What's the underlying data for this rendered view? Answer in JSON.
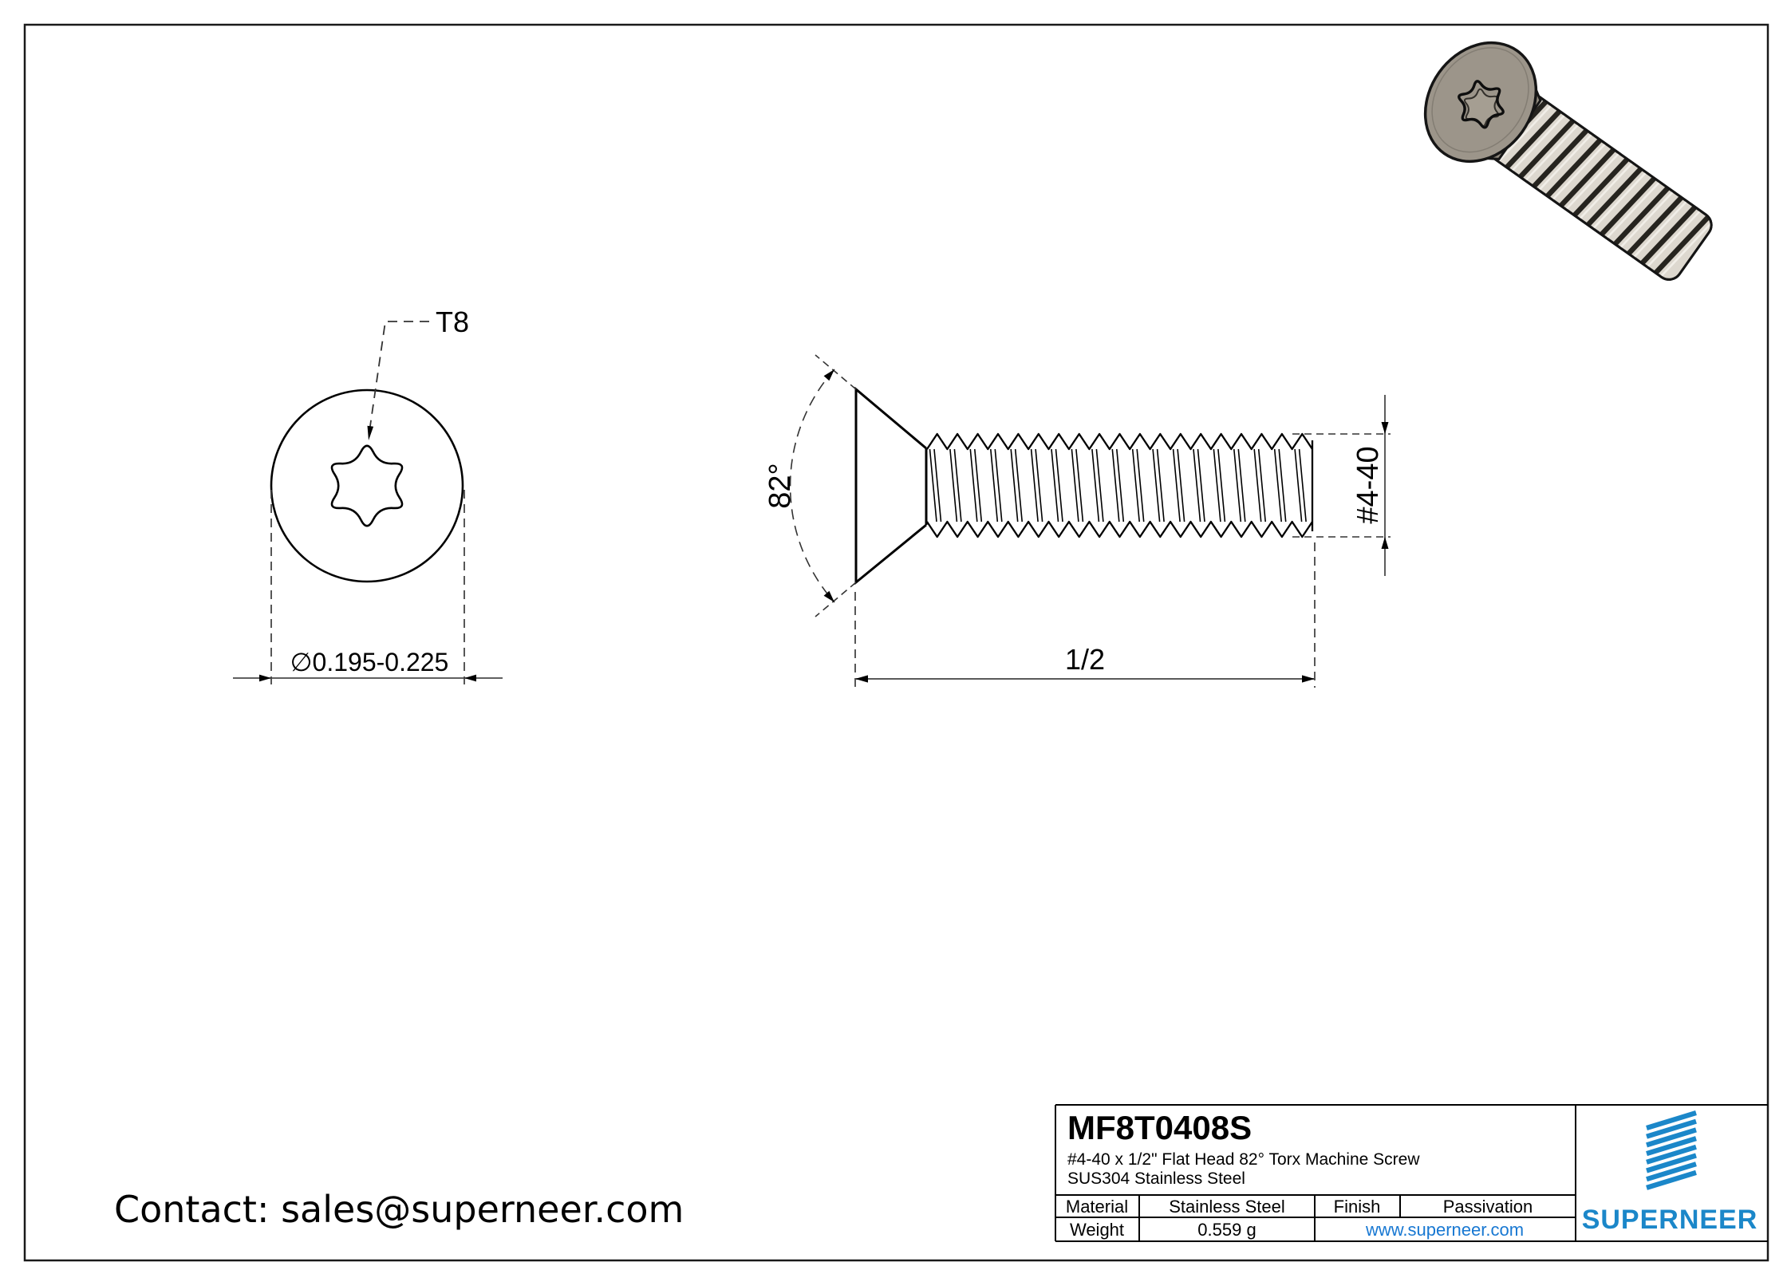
{
  "views": {
    "top_view": {
      "drive_label": "T8",
      "diameter_label": "∅0.195-0.225"
    },
    "side_view": {
      "angle_label": "82°",
      "thread_label": "#4-40",
      "length_label": "1/2"
    }
  },
  "contact": {
    "label": "Contact: sales@superneer.com"
  },
  "title_block": {
    "part_number": "MF8T0408S",
    "description_line1": "#4-40 x 1/2\" Flat Head 82° Torx Machine Screw",
    "description_line2": "SUS304 Stainless Steel",
    "material_label": "Material",
    "material_value": "Stainless Steel",
    "finish_label": "Finish",
    "finish_value": "Passivation",
    "weight_label": "Weight",
    "weight_value": "0.559 g",
    "website": "www.superneer.com",
    "brand": "SUPERNEER"
  },
  "colors": {
    "accent_blue": "#1b87c9",
    "link_blue": "#1878d2",
    "outline_black": "#000000",
    "dim_gray": "#4a4a4a",
    "screw_head_gray": "#9c958a",
    "screw_shank_gray": "#ddd8cf"
  }
}
